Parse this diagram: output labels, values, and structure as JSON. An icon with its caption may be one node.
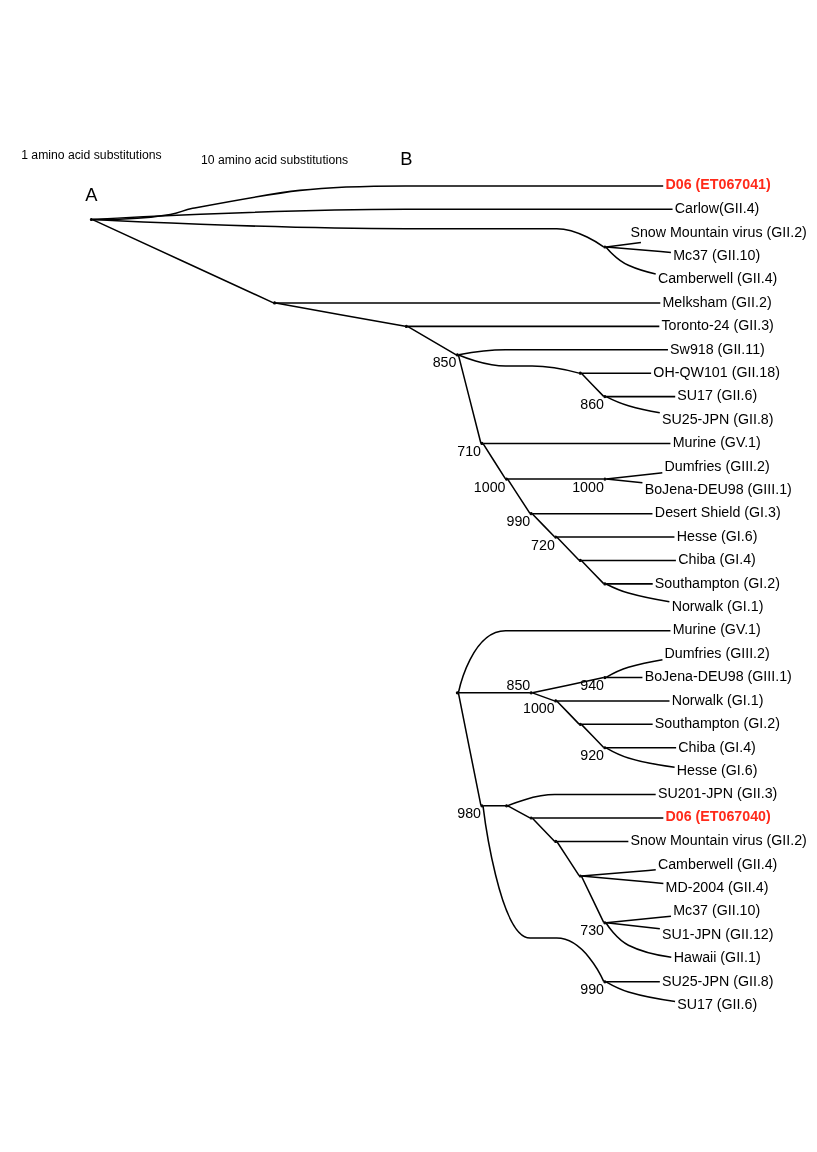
{
  "diagram": {
    "nodes": [
      {
        "text": [
          "Southampton (GI.2)"
        ]
      },
      {
        "text": [
          "Chiba (GI.4)"
        ]
      },
      {
        "text": [
          "Dumfries (GIII.2)"
        ]
      },
      {
        "text": [
          "BoJena-DEU98 (GIII.1)"
        ]
      },
      {
        "text": [
          "Hesse (GI.6)"
        ]
      },
      {
        "text": [
          "Norwalk (GI.1)"
        ]
      },
      {
        "text": [
          "Murine (GV.1)"
        ]
      },
      {
        "text": [
          "SU201-JPN (GII.3)"
        ]
      },
      {
        "text": [
          "SU25-JPN (GII.8)"
        ]
      },
      {
        "text": [
          "D06 (ET067040)"
        ]
      },
      {
        "text": [
          "Snow Mountain virus (GII.2)"
        ]
      },
      {
        "text": [
          "SU17 (GII.6)"
        ]
      },
      {
        "text": [
          "Camberwell (GII.4)"
        ]
      },
      {
        "text": [
          "Mc37 (GII.10)"
        ]
      },
      {
        "text": [
          "MD-2004 (GII.4)"
        ]
      },
      {
        "text": [
          "SU1-JPN (GII.12)"
        ]
      },
      {
        "text": [
          "Hawaii (GII.1)"
        ]
      },
      {
        "text": [],
        "shape": "point"
      },
      {
        "text": [],
        "shape": "point",
        "beside": [
          "920"
        ]
      },
      {
        "text": [],
        "shape": "point",
        "beside": [
          "940"
        ]
      },
      {
        "text": [],
        "shape": "point",
        "beside": [
          "1000"
        ]
      },
      {
        "text": [],
        "shape": "point",
        "beside": [
          "850"
        ]
      },
      {
        "text": [],
        "shape": "point"
      },
      {
        "text": [],
        "shape": "point",
        "beside": [
          "980"
        ]
      },
      {
        "text": [],
        "shape": "point"
      },
      {
        "text": [],
        "shape": "point",
        "beside": [
          "990"
        ]
      },
      {
        "text": [],
        "shape": "point"
      },
      {
        "text": [],
        "shape": "point"
      },
      {
        "text": [],
        "shape": "point"
      },
      {
        "text": [],
        "shape": "point",
        "beside": [
          "730"
        ]
      },
      {
        "text": [
          "D06 (ET067041)"
        ]
      },
      {
        "text": [
          "Carlow(GII.4)"
        ]
      },
      {
        "text": [
          "Snow Mountain virus (GII.2)"
        ]
      },
      {
        "text": [
          "Melksham (GII.2)"
        ]
      },
      {
        "text": [
          "Mc37 (GII.10)"
        ]
      },
      {
        "text": [
          "Camberwell (GII.4)"
        ]
      },
      {
        "text": [
          "Toronto-24 (GII.3)"
        ]
      },
      {
        "text": [
          "Sw918 (GII.11)"
        ]
      },
      {
        "text": [
          "OH-QW101 (GII.18)"
        ]
      },
      {
        "text": [
          "SU17 (GII.6)"
        ]
      },
      {
        "text": [
          "Dumfries (GIII.2)"
        ]
      },
      {
        "text": [
          "SU25-JPN (GII.8)"
        ]
      },
      {
        "text": [
          "BoJena-DEU98 (GIII.1)"
        ]
      },
      {
        "text": [
          "Murine (GV.1)"
        ]
      },
      {
        "text": [
          "Southampton (GI.2)"
        ]
      },
      {
        "text": [
          "Desert Shield (GI.3)"
        ]
      },
      {
        "text": [
          "Norwalk (GI.1)"
        ]
      },
      {
        "text": [
          "Hesse (GI.6)"
        ]
      },
      {
        "text": [
          "Chiba (GI.4)"
        ]
      },
      {
        "text": [],
        "shape": "point"
      },
      {
        "text": [],
        "shape": "point"
      },
      {
        "text": [],
        "shape": "point"
      },
      {
        "text": [],
        "shape": "point"
      },
      {
        "text": [],
        "shape": "point",
        "beside": [
          "850"
        ]
      },
      {
        "text": [],
        "shape": "point"
      },
      {
        "text": [],
        "shape": "point",
        "beside": [
          "860"
        ]
      },
      {
        "text": [],
        "shape": "point",
        "beside": [
          "1000"
        ]
      },
      {
        "text": [],
        "shape": "point",
        "beside": [
          "710"
        ]
      },
      {
        "text": [],
        "shape": "point",
        "beside": [
          "1000"
        ]
      },
      {
        "text": [],
        "shape": "point",
        "beside": [
          "990"
        ]
      },
      {
        "text": [],
        "shape": "point",
        "beside": [
          "720"
        ]
      },
      {
        "text": [],
        "shape": "point"
      },
      {
        "text": [],
        "shape": "point"
      }
    ],
    "edges": [
      {
        "from": 17,
        "to": 0,
        "arrow": "none"
      },
      {
        "from": 17,
        "to": 18,
        "arrow": "none"
      },
      {
        "from": 18,
        "to": 1,
        "arrow": "none"
      },
      {
        "from": 18,
        "to": 4,
        "arrow": "none"
      },
      {
        "from": 20,
        "to": 17,
        "arrow": "none"
      },
      {
        "from": 20,
        "to": 5,
        "arrow": "none"
      },
      {
        "from": 21,
        "to": 20,
        "arrow": "none"
      },
      {
        "from": 21,
        "to": 19,
        "arrow": "none"
      },
      {
        "from": 19,
        "to": 3,
        "arrow": "none"
      },
      {
        "from": 19,
        "to": 2,
        "arrow": "none"
      },
      {
        "from": 22,
        "to": 21,
        "arrow": "none"
      },
      {
        "from": 22,
        "to": 6,
        "arrow": "none"
      },
      {
        "from": 22,
        "to": 23,
        "arrow": "none"
      },
      {
        "from": 23,
        "to": 25,
        "arrow": "none"
      },
      {
        "from": 25,
        "to": 8,
        "arrow": "none"
      },
      {
        "from": 25,
        "to": 11,
        "arrow": "none"
      },
      {
        "from": 23,
        "to": 24,
        "arrow": "none"
      },
      {
        "from": 24,
        "to": 7,
        "arrow": "none"
      },
      {
        "from": 24,
        "to": 26,
        "arrow": "none"
      },
      {
        "from": 26,
        "to": 9,
        "arrow": "none"
      },
      {
        "from": 26,
        "to": 27,
        "arrow": "none"
      },
      {
        "from": 27,
        "to": 10,
        "arrow": "none"
      },
      {
        "from": 27,
        "to": 28,
        "arrow": "none"
      },
      {
        "from": 28,
        "to": 12,
        "arrow": "none"
      },
      {
        "from": 28,
        "to": 14,
        "arrow": "none"
      },
      {
        "from": 28,
        "to": 29,
        "arrow": "none"
      },
      {
        "from": 29,
        "to": 13,
        "arrow": "none"
      },
      {
        "from": 29,
        "to": 15,
        "arrow": "none"
      },
      {
        "from": 29,
        "to": 16,
        "arrow": "none"
      },
      {
        "from": 49,
        "to": 30,
        "arrow": "none"
      },
      {
        "from": 49,
        "to": 31,
        "arrow": "none"
      },
      {
        "from": 49,
        "to": 50,
        "arrow": "none"
      },
      {
        "from": 50,
        "to": 32,
        "arrow": "none"
      },
      {
        "from": 50,
        "to": 34,
        "arrow": "none"
      },
      {
        "from": 50,
        "to": 35,
        "arrow": "none"
      },
      {
        "from": 49,
        "to": 51,
        "arrow": "none"
      },
      {
        "from": 51,
        "to": 33,
        "arrow": "none"
      },
      {
        "from": 51,
        "to": 52,
        "arrow": "none"
      },
      {
        "from": 52,
        "to": 36,
        "arrow": "none"
      },
      {
        "from": 52,
        "to": 53,
        "arrow": "none"
      },
      {
        "from": 53,
        "to": 37,
        "arrow": "none"
      },
      {
        "from": 53,
        "to": 54,
        "arrow": "none"
      },
      {
        "from": 54,
        "to": 38,
        "arrow": "none"
      },
      {
        "from": 54,
        "to": 55,
        "arrow": "none"
      },
      {
        "from": 55,
        "to": 39,
        "arrow": "none"
      },
      {
        "from": 55,
        "to": 41,
        "arrow": "none"
      },
      {
        "from": 53,
        "to": 57,
        "arrow": "none"
      },
      {
        "from": 57,
        "to": 43,
        "arrow": "none"
      },
      {
        "from": 57,
        "to": 58,
        "arrow": "none"
      },
      {
        "from": 58,
        "to": 56,
        "arrow": "none"
      },
      {
        "from": 56,
        "to": 40,
        "arrow": "none"
      },
      {
        "from": 56,
        "to": 42,
        "arrow": "none"
      },
      {
        "from": 58,
        "to": 59,
        "arrow": "none"
      },
      {
        "from": 59,
        "to": 45,
        "arrow": "none"
      },
      {
        "from": 59,
        "to": 60,
        "arrow": "none"
      },
      {
        "from": 60,
        "to": 47,
        "arrow": "none"
      },
      {
        "from": 60,
        "to": 61,
        "arrow": "none"
      },
      {
        "from": 61,
        "to": 48,
        "arrow": "none"
      },
      {
        "from": 61,
        "to": 62,
        "arrow": "none"
      },
      {
        "from": 62,
        "to": 44,
        "arrow": "none"
      },
      {
        "from": 62,
        "to": 46,
        "arrow": "none"
      }
    ],
    "labels": [
      "A",
      "10 amino acid substitutions",
      "B",
      "1 amino acid substitutions"
    ]
  }
}
